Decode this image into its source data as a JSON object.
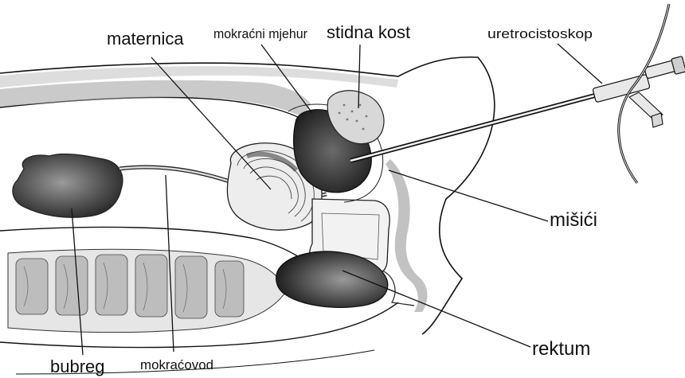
{
  "labels": {
    "maternica": "maternica",
    "mokracni_mjehur": "mokraćni mjehur",
    "stidna_kost": "stidna kost",
    "uretrocistoskop": "uretrocistoskop",
    "misici": "mišići",
    "rektum": "rektum",
    "bubreg": "bubreg",
    "mokracovod": "mokraćovod"
  },
  "colors": {
    "line": "#111111",
    "shade_dark": "#3a3a3a",
    "shade_mid": "#8a8a8a",
    "shade_light": "#cfcfcf",
    "background": "#ffffff"
  }
}
